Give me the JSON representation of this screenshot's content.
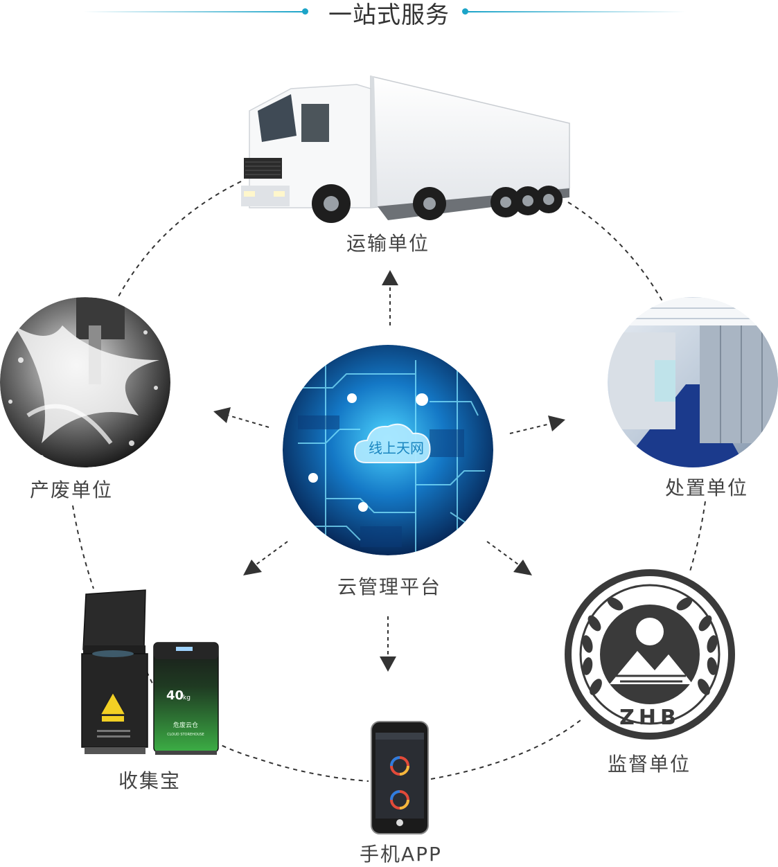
{
  "header": {
    "title": "一站式服务"
  },
  "center": {
    "cloud_text": "线上天网",
    "label": "云管理平台"
  },
  "nodes": {
    "transport": {
      "label": "运输单位"
    },
    "producer": {
      "label": "产废单位"
    },
    "disposal": {
      "label": "处置单位"
    },
    "supervision": {
      "label": "监督单位",
      "emblem_text": "ZHB"
    },
    "collector": {
      "label": "收集宝",
      "screen_value": "40",
      "screen_unit": "kg",
      "bin_text": "危废云仓",
      "bin_subtext": "CLOUD STOREHOUSE"
    },
    "app": {
      "label": "手机APP"
    }
  },
  "colors": {
    "accent": "#1ba4c8",
    "text": "#444444",
    "dash": "#333333"
  }
}
